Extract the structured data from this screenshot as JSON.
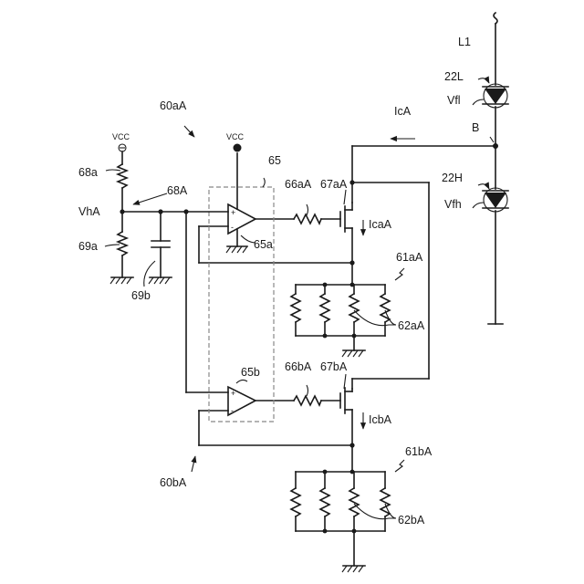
{
  "labels": {
    "L1": "L1",
    "22L": "22L",
    "Vfl": "Vfl",
    "B": "B",
    "22H": "22H",
    "Vfh": "Vfh",
    "IcA": "IcA",
    "60aA": "60aA",
    "VCC_left": "VCC",
    "VCC_amp": "VCC",
    "65": "65",
    "68a": "68a",
    "68A": "68A",
    "VhA": "VhA",
    "66aA": "66aA",
    "67aA": "67aA",
    "IcaA": "IcaA",
    "65a": "65a",
    "69a": "69a",
    "69b": "69b",
    "61aA": "61aA",
    "62aA": "62aA",
    "65b": "65b",
    "66bA": "66bA",
    "67bA": "67bA",
    "IcbA": "IcbA",
    "60bA": "60bA",
    "61bA": "61bA",
    "62bA": "62bA",
    "plus_a": "+",
    "minus_a": "-",
    "plus_b": "+",
    "minus_b": "-"
  }
}
